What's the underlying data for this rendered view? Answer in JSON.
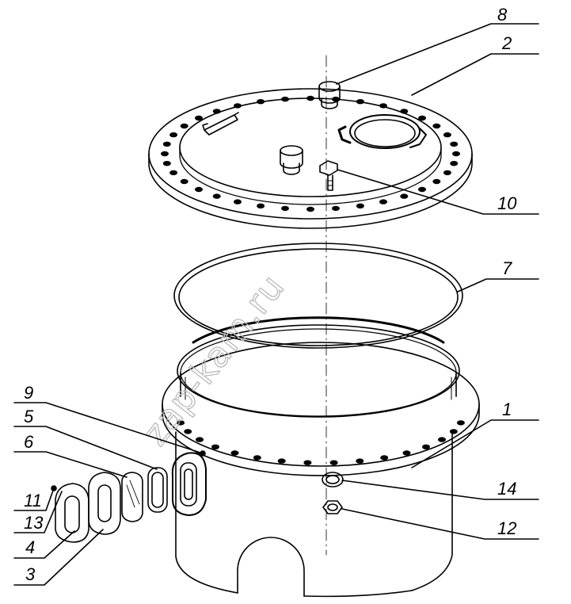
{
  "drawing": {
    "watermark": "zap-kam.ru",
    "callouts": [
      {
        "number": "8"
      },
      {
        "number": "2"
      },
      {
        "number": "10"
      },
      {
        "number": "7"
      },
      {
        "number": "9"
      },
      {
        "number": "5"
      },
      {
        "number": "6"
      },
      {
        "number": "1"
      },
      {
        "number": "11"
      },
      {
        "number": "13"
      },
      {
        "number": "4"
      },
      {
        "number": "3"
      },
      {
        "number": "14"
      },
      {
        "number": "12"
      }
    ]
  }
}
